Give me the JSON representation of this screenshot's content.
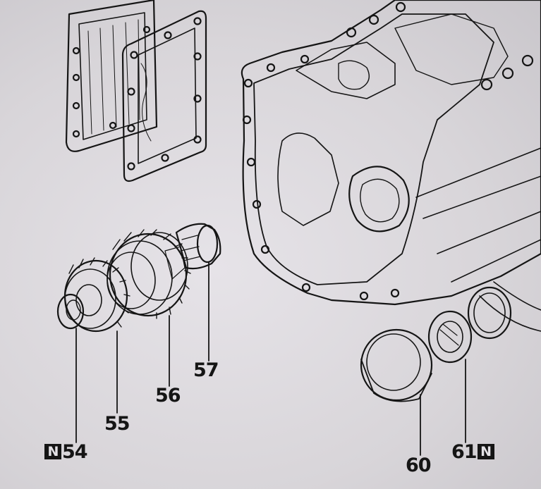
{
  "labels": {
    "p54": {
      "number": "54",
      "badge": "N"
    },
    "p55": {
      "number": "55"
    },
    "p56": {
      "number": "56"
    },
    "p57": {
      "number": "57"
    },
    "p60": {
      "number": "60"
    },
    "p61": {
      "number": "61",
      "badge": "N"
    }
  },
  "colors": {
    "ink": "#151515",
    "paper": "#dcd9dd"
  }
}
